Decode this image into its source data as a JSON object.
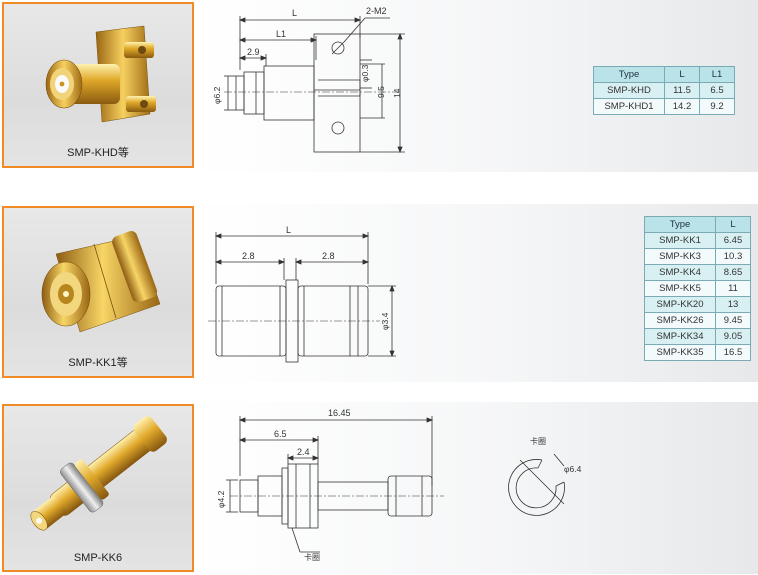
{
  "rows": [
    {
      "photo_label": "SMP-KHD等",
      "dims": {
        "L": "L",
        "L1": "L1",
        "d29": "2.9",
        "m2": "2-M2",
        "d62": "φ6.2",
        "d03": "φ0.3",
        "d95": "9.5",
        "d14": "14"
      },
      "table": {
        "headers": [
          "Type",
          "L",
          "L1"
        ],
        "rows": [
          [
            "SMP-KHD",
            "11.5",
            "6.5"
          ],
          [
            "SMP-KHD1",
            "14.2",
            "9.2"
          ]
        ]
      }
    },
    {
      "photo_label": "SMP-KK1等",
      "dims": {
        "L": "L",
        "a": "2.8",
        "b": "2.8",
        "d34": "φ3.4"
      },
      "table": {
        "headers": [
          "Type",
          "L"
        ],
        "rows": [
          [
            "SMP-KK1",
            "6.45"
          ],
          [
            "SMP-KK3",
            "10.3"
          ],
          [
            "SMP-KK4",
            "8.65"
          ],
          [
            "SMP-KK5",
            "11"
          ],
          [
            "SMP-KK20",
            "13"
          ],
          [
            "SMP-KK26",
            "9.45"
          ],
          [
            "SMP-KK34",
            "9.05"
          ],
          [
            "SMP-KK35",
            "16.5"
          ]
        ]
      }
    },
    {
      "photo_label": "SMP-KK6",
      "dims": {
        "total": "16.45",
        "d65": "6.5",
        "d24": "2.4",
        "d42": "φ4.2",
        "d64": "φ6.4",
        "note1": "卡圈",
        "note2": "卡圈"
      }
    }
  ]
}
